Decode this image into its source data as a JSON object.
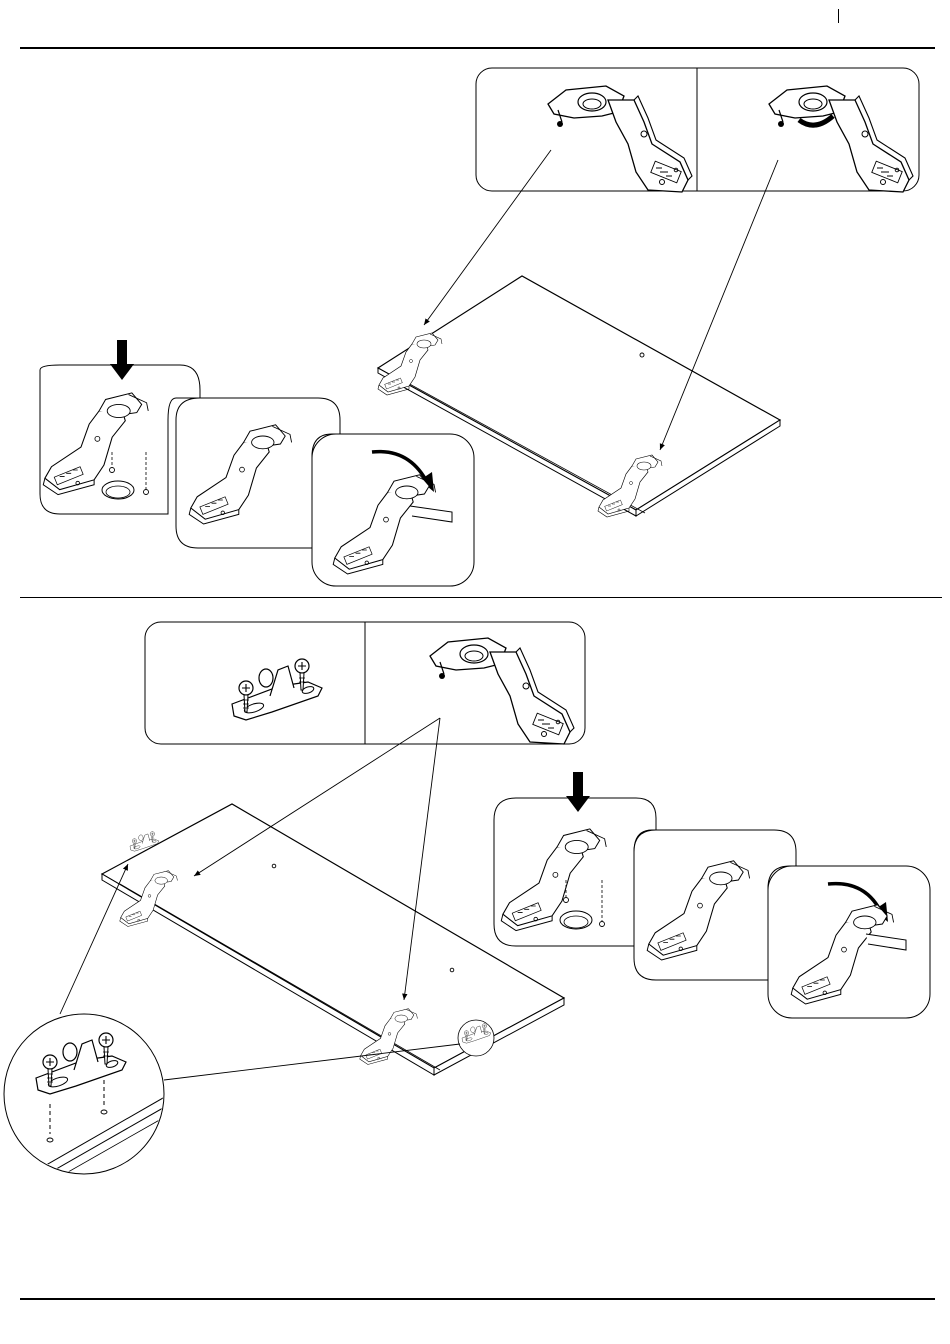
{
  "page": {
    "background": "#ffffff",
    "ink": "#000000"
  },
  "steps": [
    {
      "name": "mount-hinges-on-door",
      "parts": [
        "hinge-cup-detail",
        "hinge-cup-rotated-detail",
        "door-panel",
        "press-in-sequence"
      ]
    },
    {
      "name": "mount-hinges-and-door-stop",
      "parts": [
        "door-stop-bracket-detail",
        "hinge-cup-detail",
        "door-panel",
        "press-in-sequence",
        "door-stop-magnified"
      ]
    }
  ]
}
